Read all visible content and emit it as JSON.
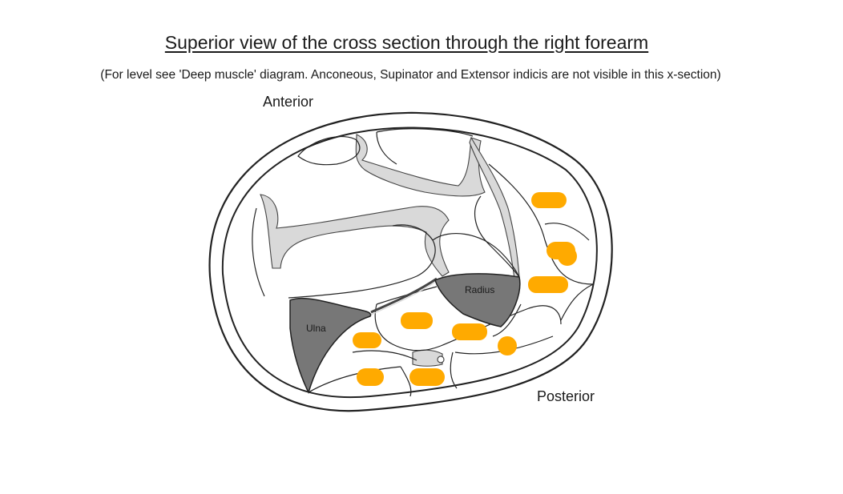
{
  "title": "Superior view of the cross section through the right forearm",
  "subtitle": "(For level see 'Deep muscle' diagram. Anconeous, Supinator and Extensor indicis are not visible in this x-section)",
  "orientation": {
    "anterior": "Anterior",
    "posterior": "Posterior"
  },
  "bones": {
    "radius": "Radius",
    "ulna": "Ulna"
  },
  "colors": {
    "bone": "#777777",
    "fascia": "#d9d9d9",
    "marker": "#ffaa00",
    "outline": "#222222"
  }
}
